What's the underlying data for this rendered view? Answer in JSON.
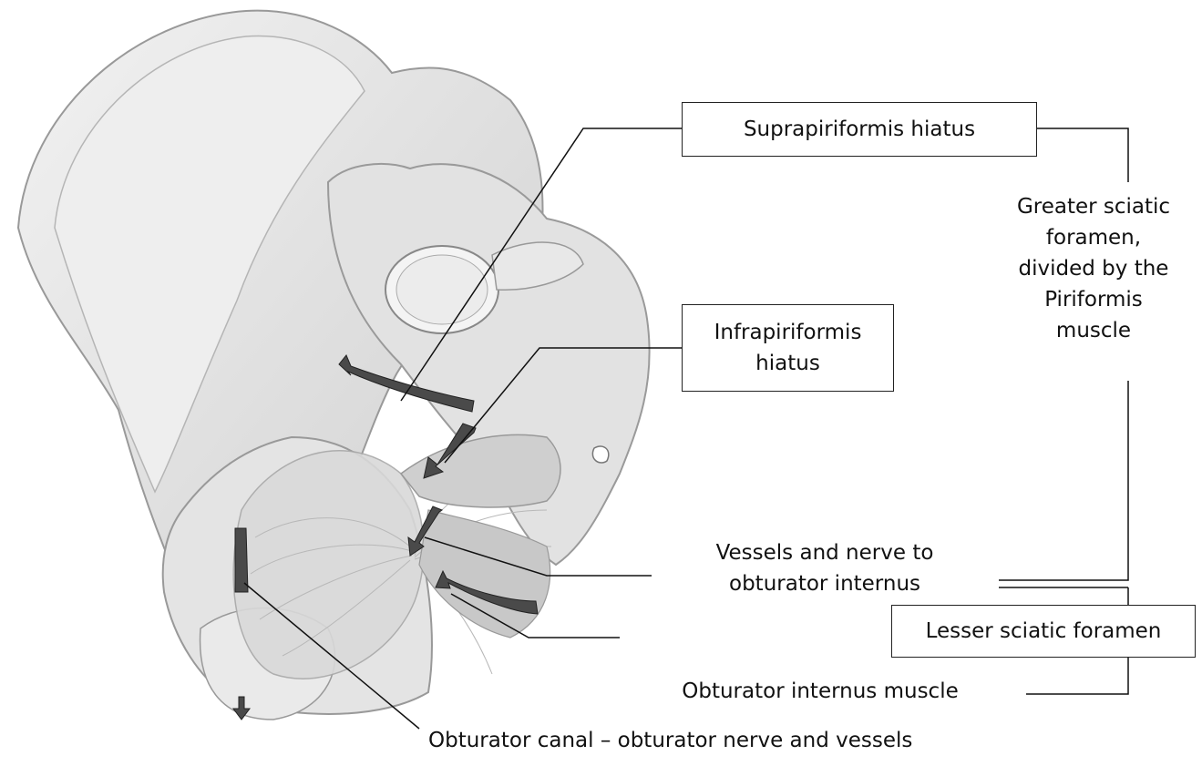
{
  "labels": {
    "suprapiriformis": "Suprapiriformis hiatus",
    "infrapiriformis_line1": "Infrapiriformis",
    "infrapiriformis_line2": "hiatus",
    "greater_line1": "Greater sciatic",
    "greater_line2": "foramen,",
    "greater_line3": "divided by the",
    "greater_line4": "Piriformis",
    "greater_line5": "muscle",
    "vessels_line1": "Vessels and nerve to",
    "vessels_line2": "obturator internus",
    "lesser": "Lesser sciatic foramen",
    "obturator_muscle": "Obturator internus muscle",
    "obturator_canal": "Obturator canal – obturator nerve and vessels"
  },
  "colors": {
    "bone": "#e6e6e6",
    "bone_shadow": "#bdbdbd",
    "muscle": "#d2d2d2",
    "arrow": "#4a4a4a",
    "line": "#111111"
  }
}
